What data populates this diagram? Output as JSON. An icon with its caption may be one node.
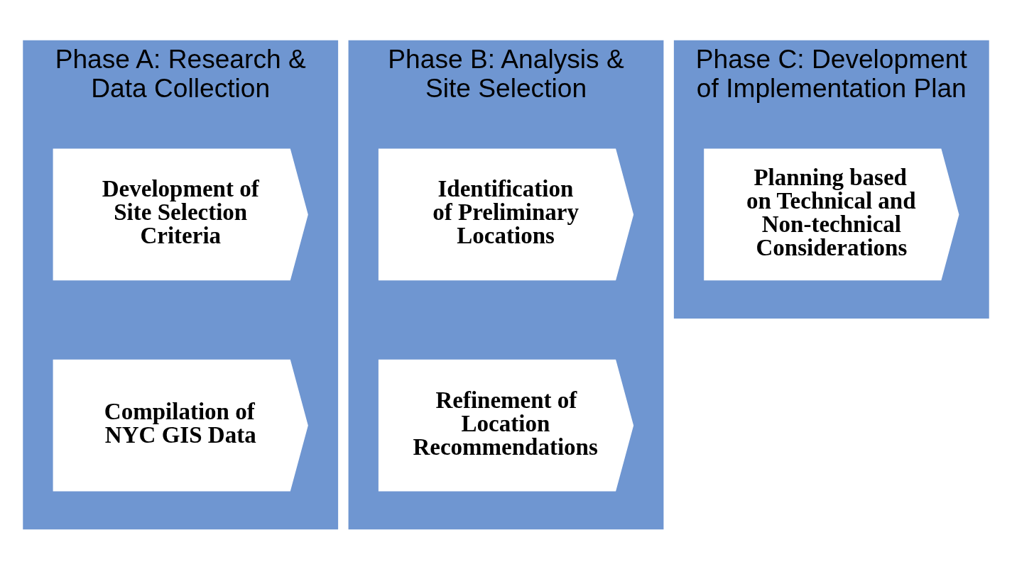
{
  "diagram": {
    "nodes": [
      {
        "text": [
          "Phase A: Research & Data Collection"
        ]
      },
      {
        "text": [
          "Development of Site Selection Criteria"
        ],
        "in": 0
      },
      {
        "text": [
          "Compilation of NYC GIS Data"
        ],
        "in": 0
      },
      {
        "text": [
          "Phase B: Analysis & Site Selection"
        ]
      },
      {
        "text": [
          "Identification of Preliminary Locations"
        ],
        "in": 3
      },
      {
        "text": [
          "Refinement of Location Recommendations"
        ],
        "in": 3
      },
      {
        "text": [
          "Phase C: Development of Implementation Plan"
        ]
      },
      {
        "text": [
          "Planning based on Technical and Non-technical Considerations"
        ],
        "in": 6
      }
    ],
    "edges": []
  }
}
